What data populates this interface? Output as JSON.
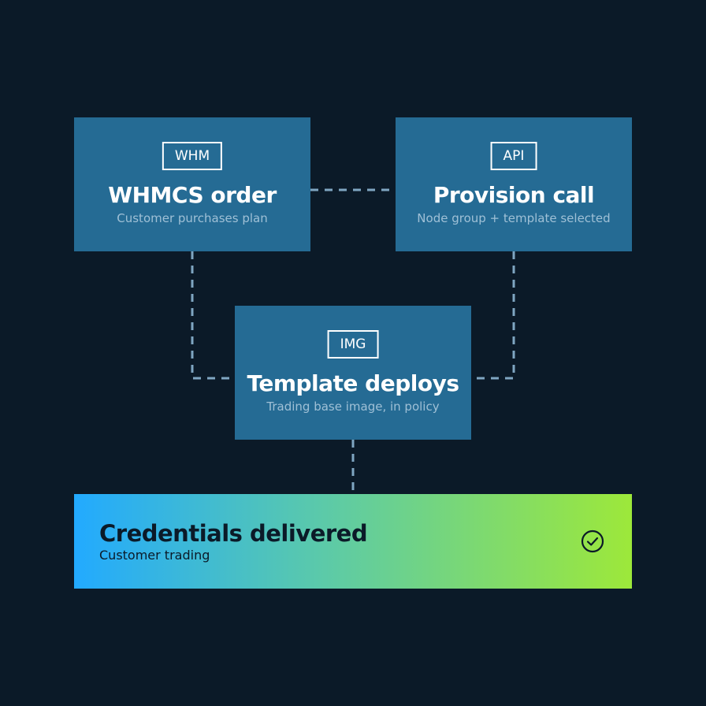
{
  "nodes": {
    "whmcs": {
      "tag": "WHM",
      "title": "WHMCS order",
      "subtitle": "Customer purchases plan"
    },
    "provision": {
      "tag": "API",
      "title": "Provision call",
      "subtitle": "Node group + template selected"
    },
    "template": {
      "tag": "IMG",
      "title": "Template deploys",
      "subtitle": "Trading base image, in policy"
    }
  },
  "result": {
    "title": "Credentials delivered",
    "subtitle": "Customer trading",
    "icon": "check-circle-icon"
  },
  "colors": {
    "background": "#0b1a28",
    "node_fill": "#256b94",
    "connector": "#7fa6c2",
    "gradient_start": "#22aaff",
    "gradient_end": "#9de83a"
  }
}
